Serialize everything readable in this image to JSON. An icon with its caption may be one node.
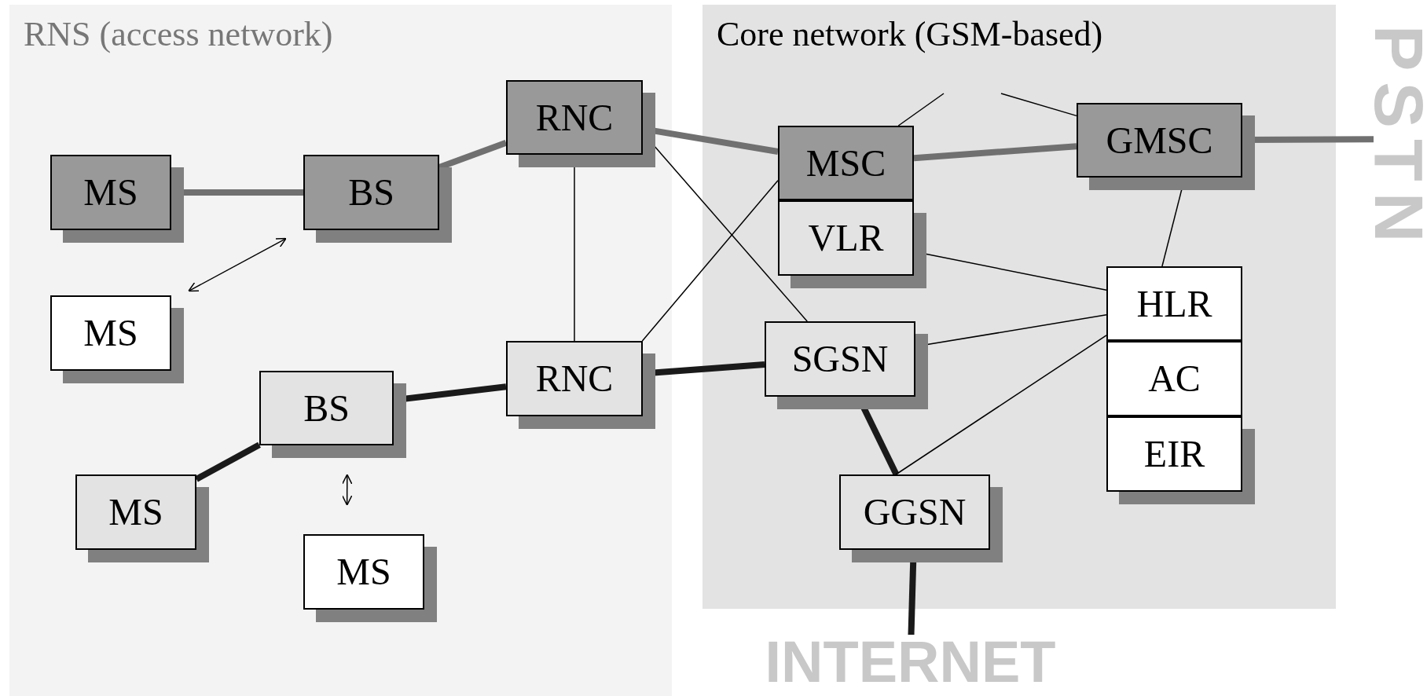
{
  "diagram": {
    "nodes": [
      {
        "text": [
          "RNS (access network)"
        ]
      },
      {
        "text": [
          "MS"
        ],
        "in": 0
      },
      {
        "text": [
          "BS"
        ],
        "in": 0
      },
      {
        "text": [
          "RNC"
        ],
        "in": 0
      },
      {
        "text": [
          "MS"
        ],
        "in": 0
      },
      {
        "text": [
          "RNC"
        ],
        "in": 0
      },
      {
        "text": [
          "BS"
        ],
        "in": 0
      },
      {
        "text": [
          "MS"
        ],
        "in": 0
      },
      {
        "text": [
          "MS"
        ],
        "in": 0
      },
      {
        "text": [
          "Core network (GSM-based)"
        ]
      },
      {
        "text": [
          "MSC"
        ],
        "in": 9
      },
      {
        "text": [
          "VLR"
        ],
        "in": 9
      },
      {
        "text": [
          "GMSC"
        ],
        "in": 9
      },
      {
        "text": [
          "SGSN"
        ],
        "in": 9
      },
      {
        "text": [
          "HLR"
        ],
        "in": 9
      },
      {
        "text": [
          "AC"
        ],
        "in": 9
      },
      {
        "text": [
          "EIR"
        ],
        "in": 9
      },
      {
        "text": [
          "GGSN"
        ],
        "in": 9
      },
      {
        "text": [
          "PSTN"
        ]
      },
      {
        "text": [
          "INTERNET"
        ]
      }
    ],
    "edges": [
      {
        "from": 1,
        "to": 2,
        "arrow": "none",
        "style": "thick",
        "color": "#707070"
      },
      {
        "from": 2,
        "to": 3,
        "arrow": "none",
        "style": "thick",
        "color": "#707070"
      },
      {
        "from": 3,
        "to": 10,
        "arrow": "none",
        "style": "thick",
        "color": "#707070"
      },
      {
        "from": 10,
        "to": 12,
        "arrow": "none",
        "style": "thick",
        "color": "#707070"
      },
      {
        "from": 12,
        "to": 18,
        "arrow": "none",
        "style": "thick",
        "color": "#707070"
      },
      {
        "from": 4,
        "to": 2,
        "arrow": "both"
      },
      {
        "from": 3,
        "to": 5,
        "arrow": "none"
      },
      {
        "from": 3,
        "to": 13,
        "arrow": "none"
      },
      {
        "from": 5,
        "to": 10,
        "arrow": "none"
      },
      {
        "from": 7,
        "to": 6,
        "arrow": "none",
        "style": "thick"
      },
      {
        "from": 6,
        "to": 5,
        "arrow": "none",
        "style": "thick"
      },
      {
        "from": 5,
        "to": 13,
        "arrow": "none",
        "style": "thick"
      },
      {
        "from": 13,
        "to": 17,
        "arrow": "none",
        "style": "thick"
      },
      {
        "from": 17,
        "to": 19,
        "arrow": "none",
        "style": "thick"
      },
      {
        "from": 6,
        "to": 8,
        "arrow": "both"
      },
      {
        "from": 11,
        "to": 14,
        "arrow": "none"
      },
      {
        "from": 12,
        "to": 14,
        "arrow": "none"
      },
      {
        "from": 13,
        "to": 14,
        "arrow": "none"
      },
      {
        "from": 17,
        "to": 14,
        "arrow": "none"
      },
      {
        "from": 10,
        "to": null,
        "arrow": "none"
      },
      {
        "from": 12,
        "to": null,
        "arrow": "none"
      }
    ]
  }
}
